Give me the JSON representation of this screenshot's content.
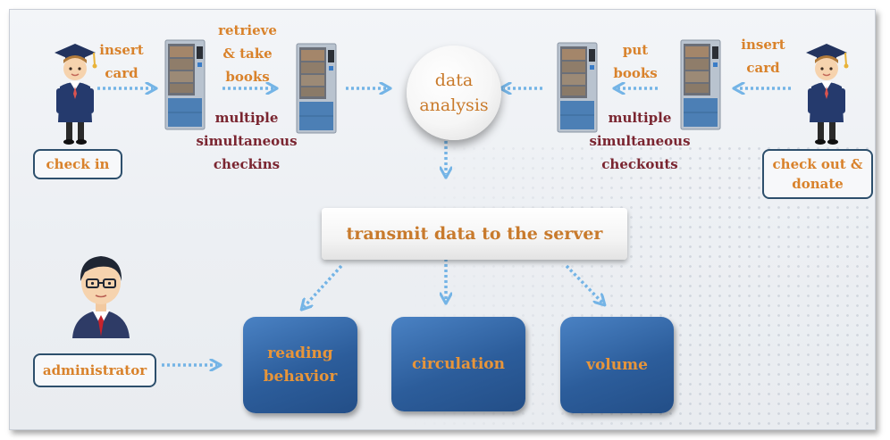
{
  "labels": {
    "insert_card": [
      "insert",
      "card"
    ],
    "retrieve_take_books": [
      "retrieve",
      "& take",
      "books"
    ],
    "multiple_checkins": [
      "multiple",
      "simultaneous",
      "checkins"
    ],
    "data_analysis": [
      "data",
      "analysis"
    ],
    "put_books": [
      "put",
      "books"
    ],
    "multiple_checkouts": [
      "multiple",
      "simultaneous",
      "checkouts"
    ],
    "insert_card_right": [
      "insert",
      "card"
    ]
  },
  "boxes": {
    "check_in": "check in",
    "check_out_donate": [
      "check out &",
      "donate"
    ],
    "transmit": "transmit data to the server",
    "administrator": "administrator",
    "reading_behavior": [
      "reading",
      "behavior"
    ],
    "circulation": "circulation",
    "volume": "volume"
  },
  "colors": {
    "label_orange": "#d9822b",
    "label_maroon": "#7a2530",
    "box_blue": "#2c5d9b",
    "outline_navy": "#2d4f6c",
    "arrow_blue": "#74b4e6"
  },
  "icons": [
    "graduate-student-icon",
    "book-kiosk-icon",
    "administrator-icon"
  ]
}
